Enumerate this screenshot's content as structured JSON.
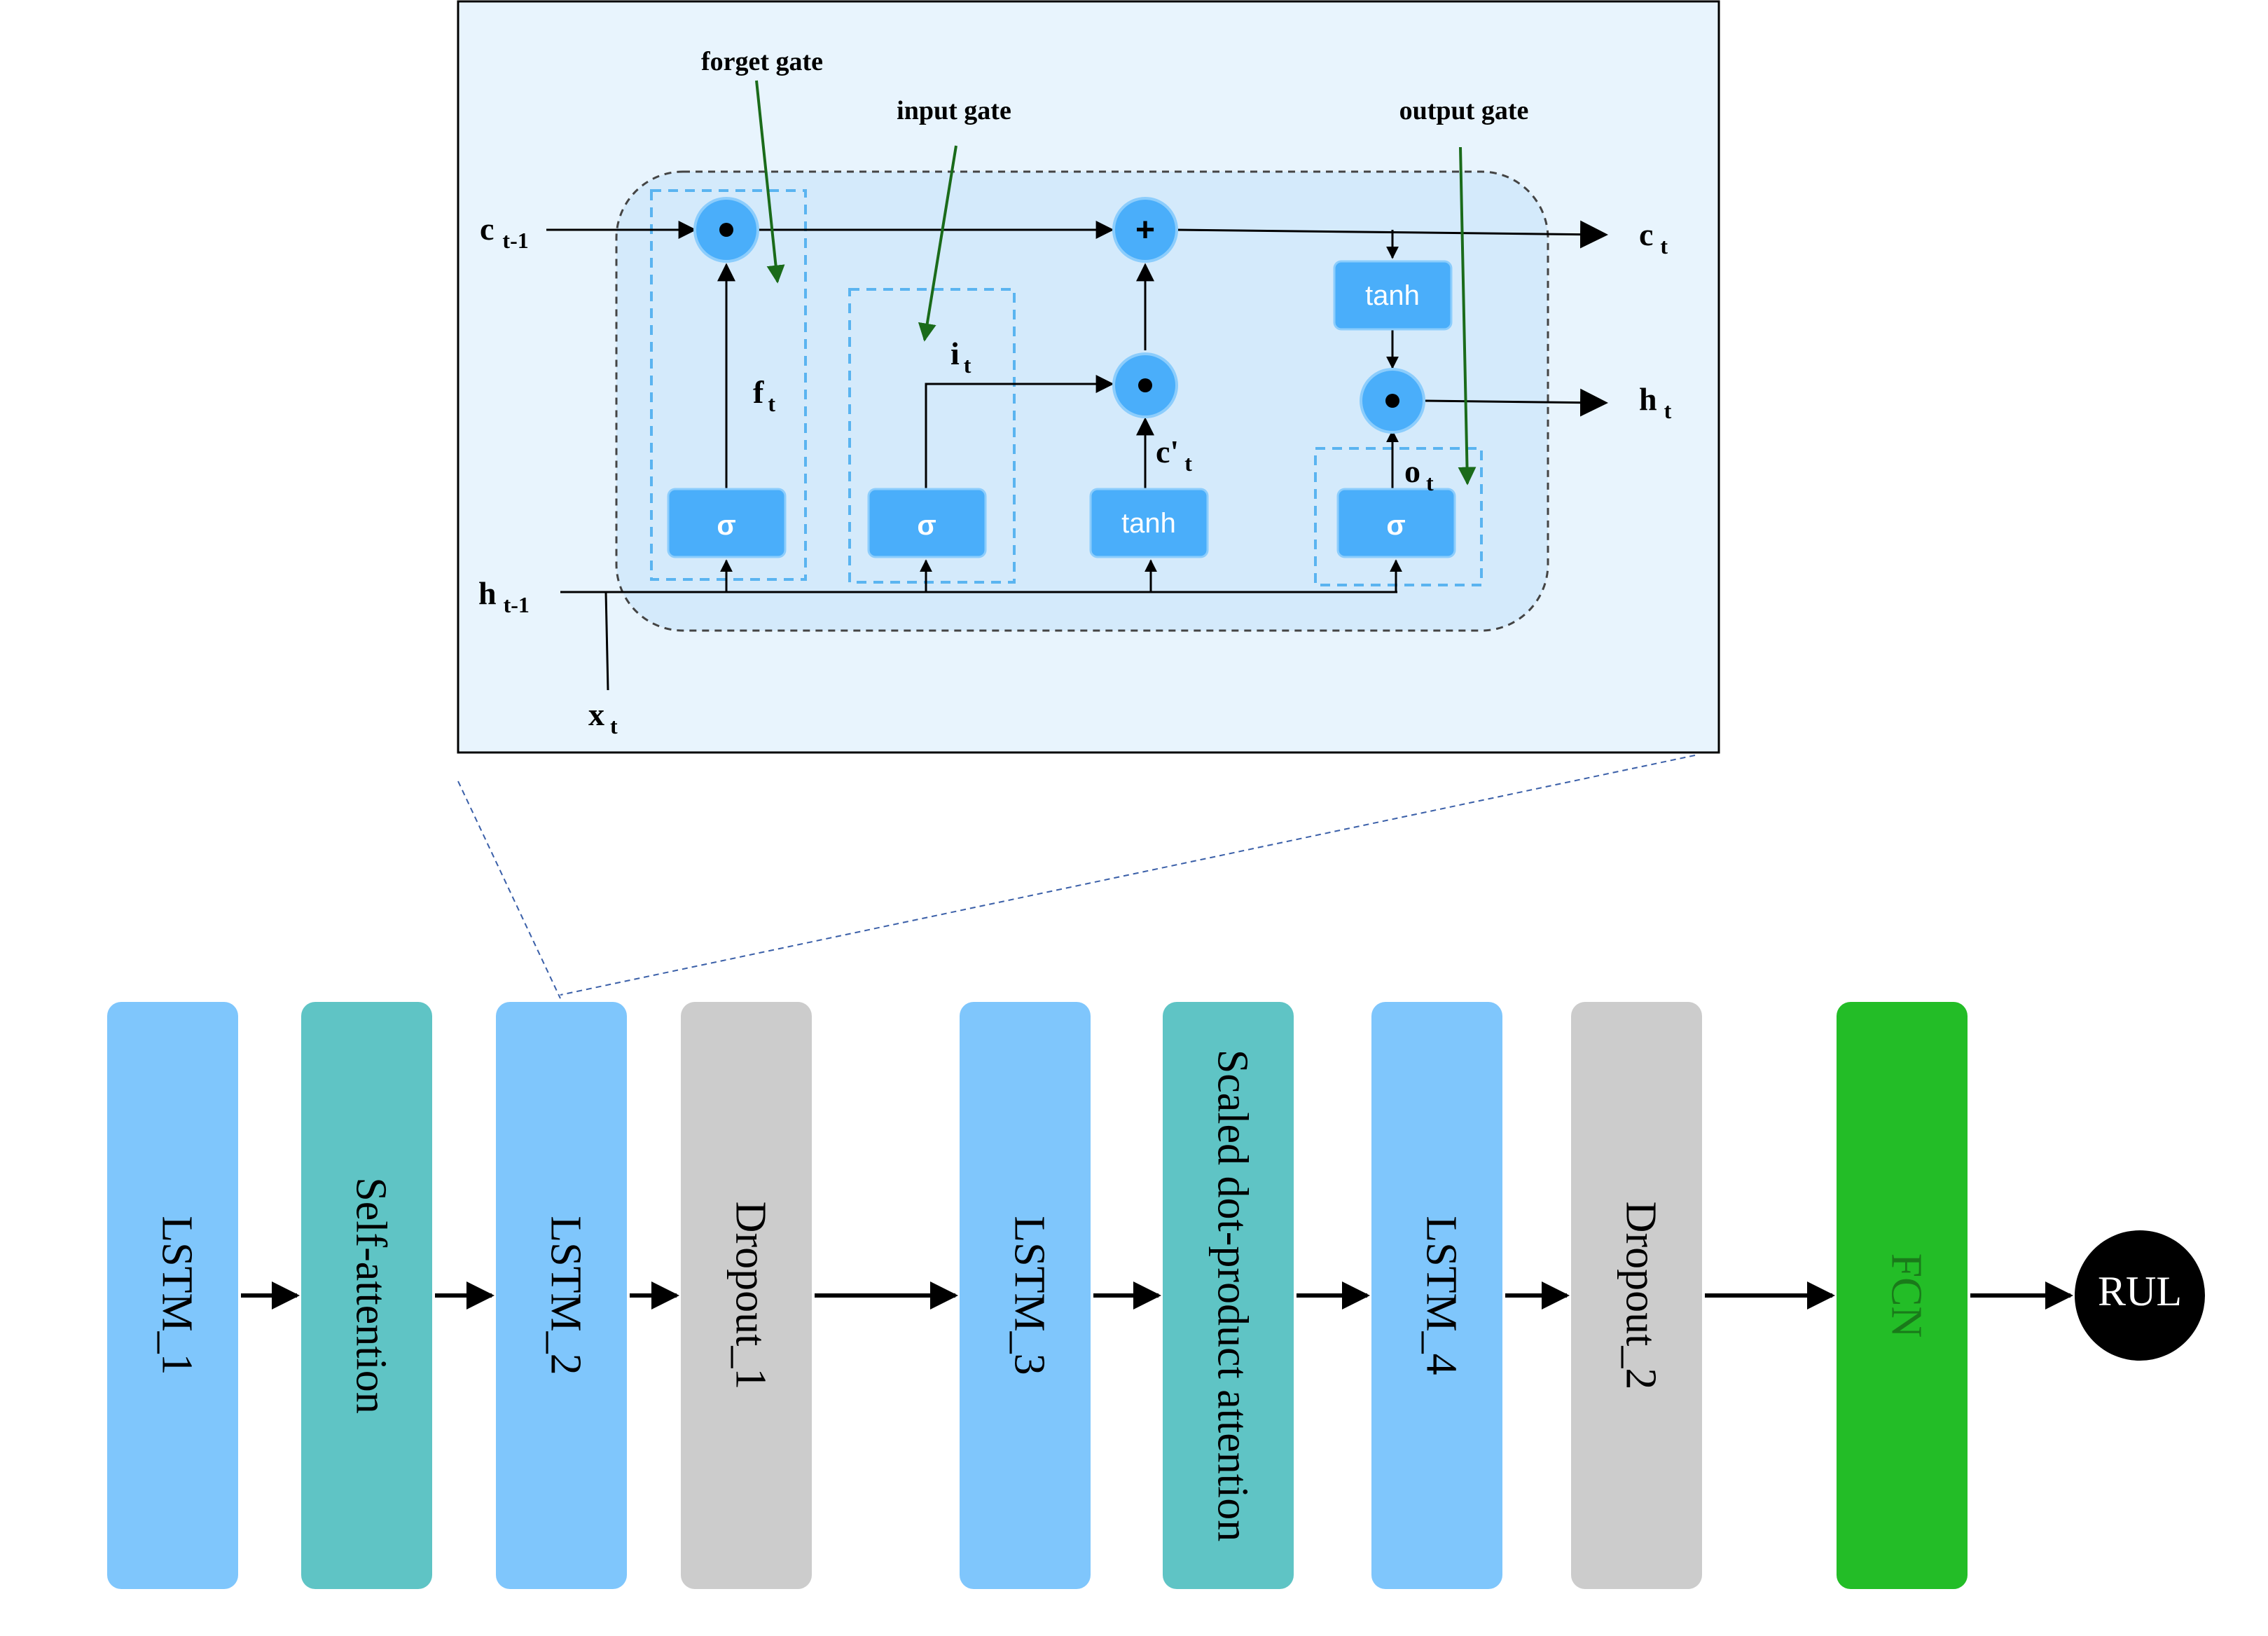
{
  "cell": {
    "gate_labels": {
      "forget": "forget gate",
      "input": "input gate",
      "output": "output gate"
    },
    "inputs": {
      "c_prev": {
        "base": "c",
        "sub": "t-1"
      },
      "h_prev": {
        "base": "h",
        "sub": "t-1"
      },
      "x": {
        "base": "x",
        "sub": "t"
      }
    },
    "outputs": {
      "c": {
        "base": "c",
        "sub": "t"
      },
      "h": {
        "base": "h",
        "sub": "t"
      }
    },
    "signals": {
      "f": {
        "base": "f",
        "sub": "t"
      },
      "i": {
        "base": "i",
        "sub": "t"
      },
      "c_cand": {
        "base": "c'",
        "sub": "t"
      },
      "o": {
        "base": "o",
        "sub": "t"
      }
    },
    "ops": {
      "sigma": "σ",
      "tanh": "tanh",
      "mult": "•",
      "add": "+"
    }
  },
  "pipeline": {
    "layers": [
      {
        "label": "LSTM_1",
        "kind": "lstm"
      },
      {
        "label": "Self-attention",
        "kind": "attention"
      },
      {
        "label": "LSTM_2",
        "kind": "lstm"
      },
      {
        "label": "Dropout_1",
        "kind": "dropout"
      },
      {
        "label": "LSTM_3",
        "kind": "lstm"
      },
      {
        "label": "Scaled dot-product attention",
        "kind": "attention"
      },
      {
        "label": "LSTM_4",
        "kind": "lstm"
      },
      {
        "label": "Dropout_2",
        "kind": "dropout"
      },
      {
        "label": "FCN",
        "kind": "fcn"
      }
    ],
    "output": "RUL"
  },
  "colors": {
    "lstm": "#7fc6fc",
    "attention": "#5fc4c5",
    "dropout": "#cccccc",
    "fcn": "#23bd27",
    "fcn_text": "#1a7a1a",
    "output_node": "#000000",
    "cell_panel": "#e8f4fd",
    "cell_inner": "#d4eafb",
    "op_fill": "#4aaefa",
    "gate_arrow": "#1a6b1a",
    "dash_box": "#5ab4f0"
  }
}
